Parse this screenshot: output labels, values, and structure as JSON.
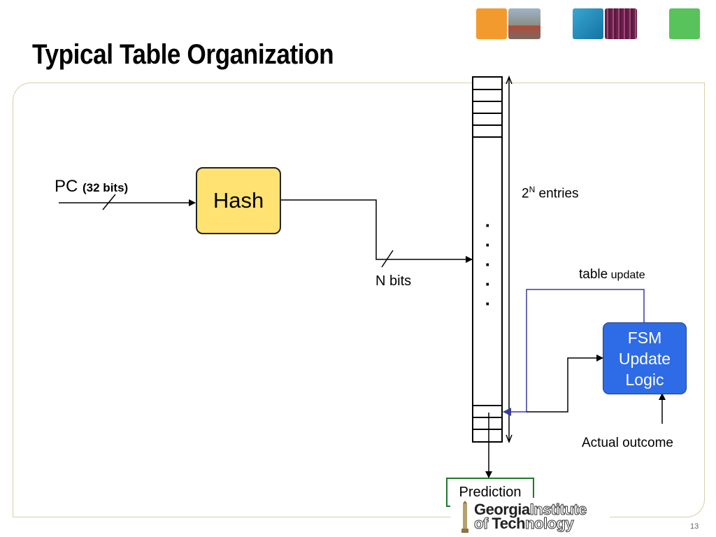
{
  "slide": {
    "title": "Typical Table Organization",
    "page_number": "13"
  },
  "diagram": {
    "pc_label": "PC",
    "pc_width": "(32 bits)",
    "hash_label": "Hash",
    "n_bits_label": "N bits",
    "entries_base": "2",
    "entries_exp": "N",
    "entries_text": " entries",
    "ellipsis_dots": [
      "·",
      "·",
      "·",
      "·",
      "·"
    ],
    "table_label": "table",
    "update_label": " update",
    "fsm_lines": [
      "FSM",
      "Update",
      "Logic"
    ],
    "actual_outcome": "Actual outcome",
    "prediction": "Prediction"
  },
  "logo": {
    "georgia": "Georgia",
    "institute": "Institute",
    "of": "of ",
    "tech": "Tech",
    "nology": "nology"
  },
  "colors": {
    "deco_tiles": [
      "#f39a2e",
      "#8c97a3",
      "#1c8bb6",
      "#7a2d5a",
      "#57c35a"
    ],
    "hash_fill": "#ffe272",
    "fsm_fill": "#2e6be6",
    "update_line": "#2a2a8a",
    "prediction_border": "#1e7a2a"
  }
}
